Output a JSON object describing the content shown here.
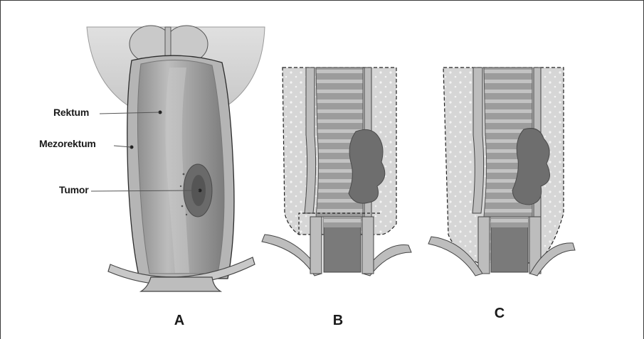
{
  "labels": {
    "rektum": "Rektum",
    "mezorektum": "Mezorektum",
    "tumor": "Tumor"
  },
  "captions": {
    "a": "A",
    "b": "B",
    "c": "C"
  },
  "colors": {
    "outer_tissue": "#d4d4d4",
    "rectum_body": "#a9a9a9",
    "rectum_highlight": "#c2c2c2",
    "tumor": "#6e6e6e",
    "fat_dotted": "#dedede",
    "outline": "#3a3a3a"
  }
}
